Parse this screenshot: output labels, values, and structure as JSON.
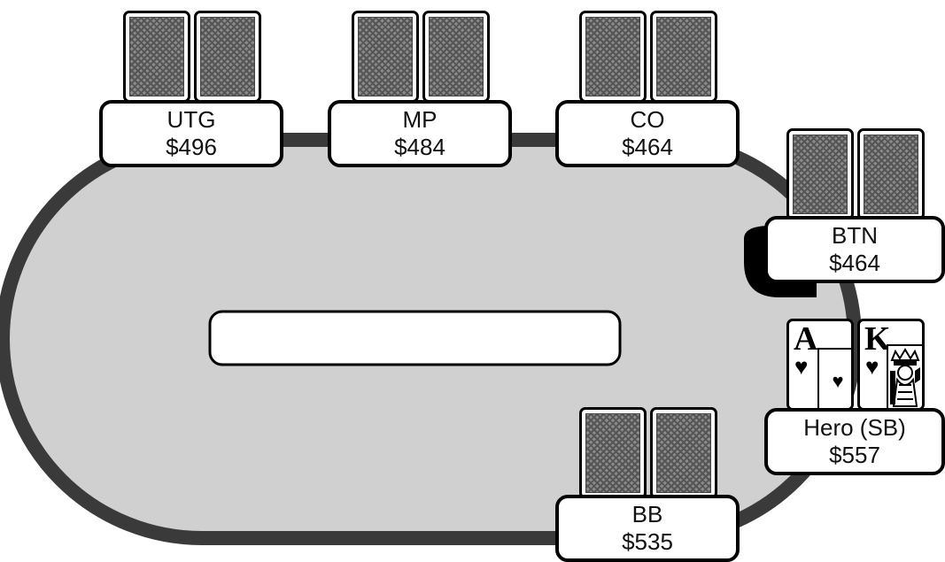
{
  "seats": {
    "utg": {
      "name": "UTG",
      "stack": "$496"
    },
    "mp": {
      "name": "MP",
      "stack": "$484"
    },
    "co": {
      "name": "CO",
      "stack": "$464"
    },
    "btn": {
      "name": "BTN",
      "stack": "$464"
    },
    "hero": {
      "name": "Hero (SB)",
      "stack": "$557"
    },
    "bb": {
      "name": "BB",
      "stack": "$535"
    }
  },
  "hero_cards": [
    {
      "rank": "A",
      "suit": "♥"
    },
    {
      "rank": "K",
      "suit": "♥"
    }
  ],
  "board": {
    "text": ""
  },
  "dealer_button": {
    "label": ""
  }
}
